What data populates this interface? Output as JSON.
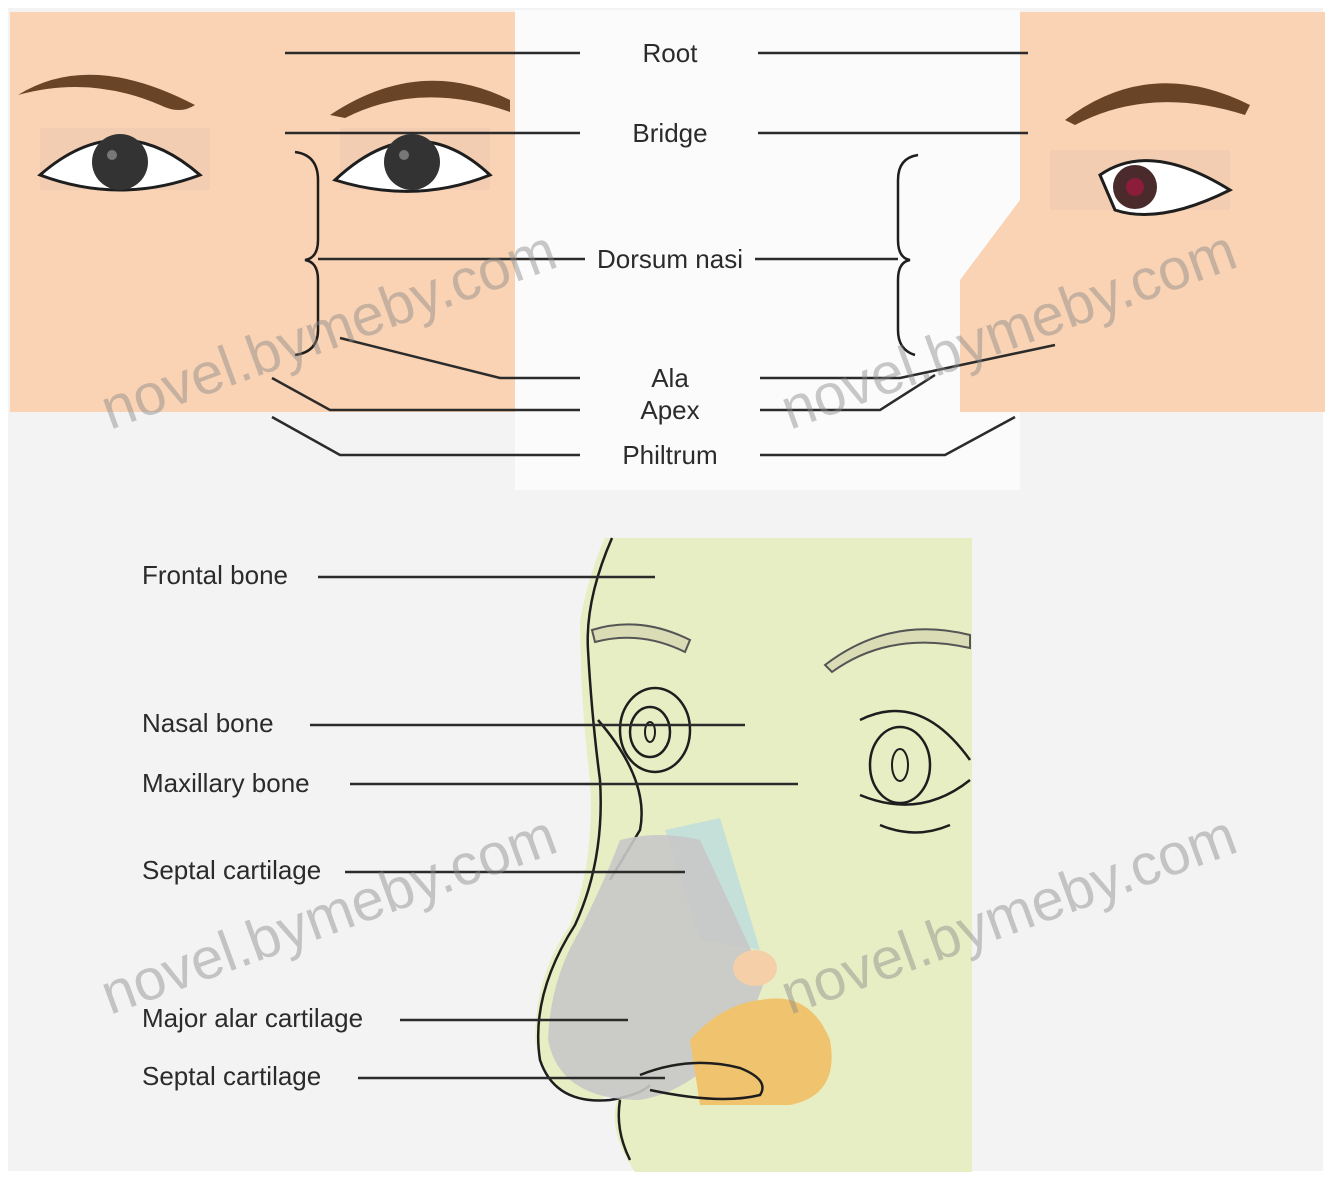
{
  "front_view": {
    "labels": {
      "root": "Root",
      "bridge": "Bridge",
      "dorsum_nasi": "Dorsum nasi",
      "ala": "Ala",
      "apex": "Apex",
      "philtrum": "Philtrum"
    }
  },
  "side_view": {
    "labels": {
      "frontal_bone": "Frontal bone",
      "nasal_bone": "Nasal bone",
      "maxillary_bone": "Maxillary bone",
      "septal_cartilage_upper": "Septal cartilage",
      "major_alar_cartilage": "Major alar cartilage",
      "septal_cartilage_lower": "Septal cartilage"
    }
  },
  "watermark": {
    "text": "novel.bymeby.com"
  },
  "colors": {
    "skin": "#f9d3b3",
    "brow": "#6a4426",
    "side_face": "#e8eec4",
    "background": "#f3f3f3",
    "septal_cartilage": "#c4e0d8",
    "alar_cartilage": "#c8c8c8",
    "fat_tissue": "#f0c46e"
  }
}
